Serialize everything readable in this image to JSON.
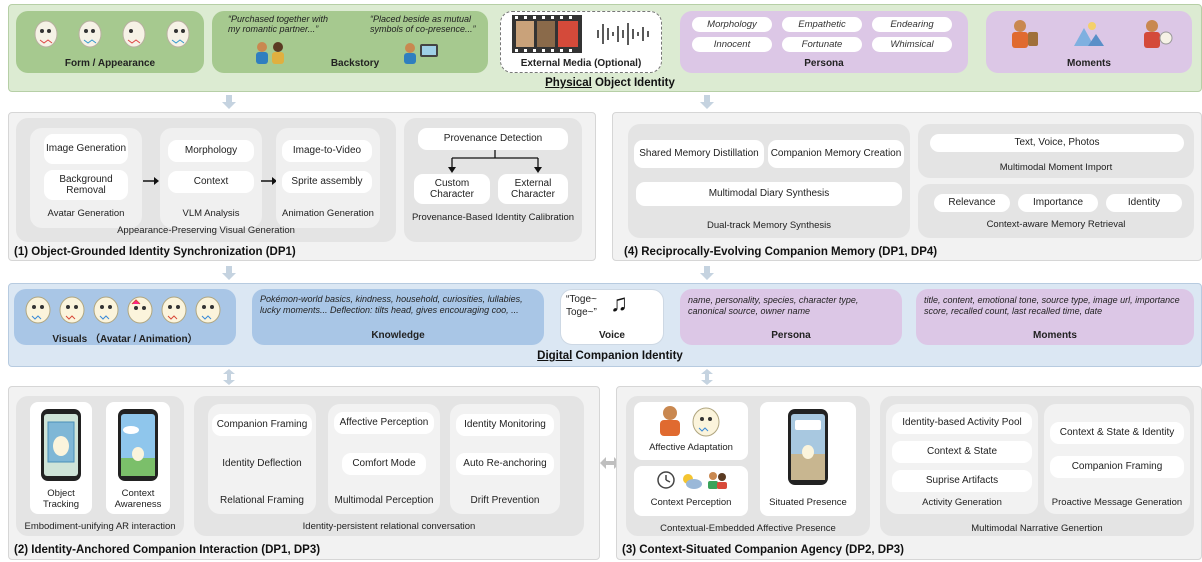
{
  "physical": {
    "title_underlined": "Physical",
    "title_rest": " Object Identity",
    "form_label": "Form / Appearance",
    "backstory_quote1": "“Purchased together with my romantic partner...”",
    "backstory_quote2": "“Placed beside as mutual symbols of co-presence...”",
    "backstory_label": "Backstory",
    "media_label": "External Media (Optional)",
    "persona_traits": [
      "Morphology",
      "Empathetic",
      "Endearing",
      "Innocent",
      "Fortunate",
      "Whimsical"
    ],
    "persona_label": "Persona",
    "moments_label": "Moments"
  },
  "sync": {
    "section_title": "(1) Object-Grounded Identity Synchronization  (DP1)",
    "avatar_pill1": "Image Generation",
    "avatar_pill2": "Background Removal",
    "avatar_label": "Avatar Generation",
    "vlm_pill1": "Morphology",
    "vlm_pill2": "Context",
    "vlm_label": "VLM Analysis",
    "anim_pill1": "Image-to-Video",
    "anim_pill2": "Sprite assembly",
    "anim_label": "Animation Generation",
    "group_label": "Appearance-Preserving Visual Generation",
    "prov_top": "Provenance Detection",
    "prov_left": "Custom Character",
    "prov_right": "External Character",
    "prov_label": "Provenance-Based Identity Calibration"
  },
  "memory": {
    "section_title": "(4) Reciprocally-Evolving Companion Memory (DP1, DP4)",
    "pill_shared": "Shared Memory Distillation",
    "pill_companion": "Companion Memory Creation",
    "pill_diary": "Multimodal Diary Synthesis",
    "dual_label": "Dual-track Memory Synthesis",
    "pill_import": "Text, Voice, Photos",
    "import_label": "Multimodal Moment Import",
    "pill_relevance": "Relevance",
    "pill_importance": "Importance",
    "pill_identity": "Identity",
    "retrieval_label": "Context-aware Memory Retrieval"
  },
  "digital": {
    "title_underlined": "Digital",
    "title_rest": " Companion Identity",
    "visuals_label": "Visuals （Avatar / Animation）",
    "knowledge_text": "Pokémon-world basics, kindness, household, curiosities, lullabies, lucky moments... Deflection: tilts head, gives encouraging coo, ...",
    "knowledge_label": "Knowledge",
    "voice_quote": "“Toge~ Toge~”",
    "voice_label": "Voice",
    "persona_text": "name, personality, species, character type, canonical source, owner name",
    "persona_label": "Persona",
    "moments_text": "title, content, emotional tone, source type, image url, importance score, recalled count, last recalled time, date",
    "moments_label": "Moments"
  },
  "interaction": {
    "section_title": "(2) Identity-Anchored Companion Interaction (DP1, DP3)",
    "phone1_label": "Object Tracking",
    "phone2_label": "Context Awareness",
    "ar_label": "Embodiment-unifying AR interaction",
    "col1": [
      "Companion Framing",
      "Identity Deflection",
      "Relational Framing"
    ],
    "col2": [
      "Affective Perception",
      "Comfort Mode",
      "Multimodal Perception"
    ],
    "col3": [
      "Identity Monitoring",
      "Auto Re-anchoring",
      "Drift Prevention"
    ],
    "conv_label": "Identity-persistent relational conversation"
  },
  "agency": {
    "section_title": "(3) Context-Situated Companion Agency (DP2, DP3)",
    "affective_label": "Affective Adaptation",
    "context_label": "Context Perception",
    "situated_label": "Situated Presence",
    "presence_label": "Contextual-Embedded Affective Presence",
    "act_pill1": "Identity-based Activity Pool",
    "act_pill2": "Context & State",
    "act_pill3": "Suprise Artifacts",
    "act_label": "Activity Generation",
    "msg_pill1": "Context & State & Identity",
    "msg_pill2": "Companion Framing",
    "msg_label": "Proactive Message Generation",
    "narrative_label": "Multimodal Narrative Genertion"
  },
  "colors": {
    "green_band": "#dcebd2",
    "green_card": "#a6c98f",
    "purple_card": "#dcc7e6",
    "blue_band": "#dbe7f3",
    "blue_card": "#a9c6e6",
    "gray_band": "#f2f2f2",
    "arrow": "#c5d3e0"
  }
}
